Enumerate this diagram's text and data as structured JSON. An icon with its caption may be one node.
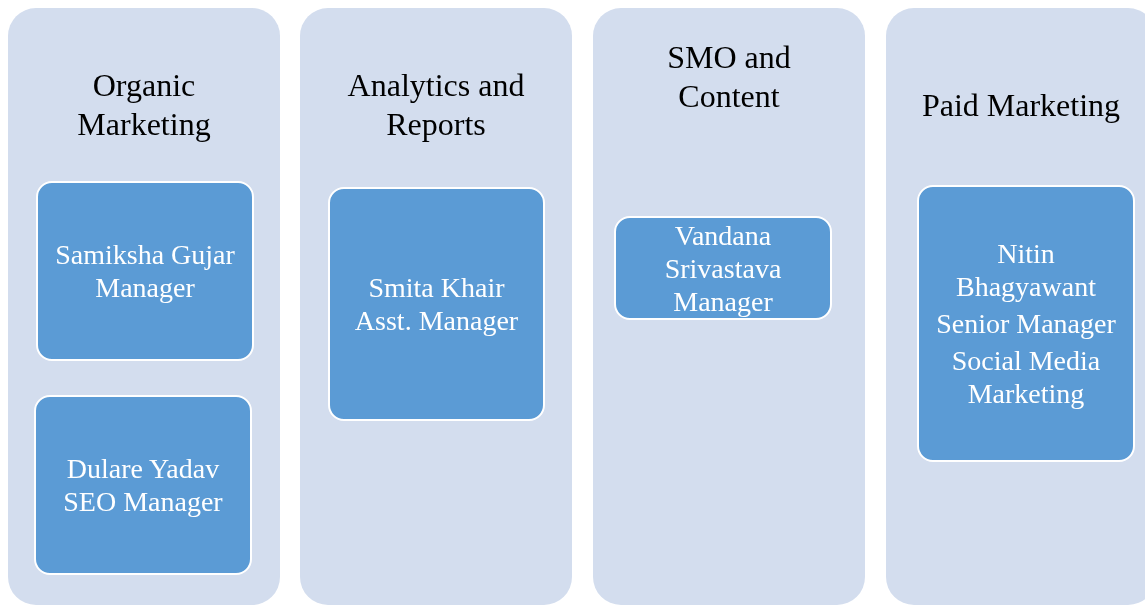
{
  "diagram": {
    "nodes": [
      {
        "text": [
          "Organic Marketing"
        ]
      },
      {
        "text": [
          "Samiksha Gujar Manager"
        ],
        "in": 0
      },
      {
        "text": [
          "Dulare Yadav SEO Manager"
        ],
        "in": 0
      },
      {
        "text": [
          "Analytics and Reports"
        ]
      },
      {
        "text": [
          "Smita Khair Asst. Manager"
        ],
        "in": 3
      },
      {
        "text": [
          "SMO and Content"
        ]
      },
      {
        "text": [
          "Vandana Srivastava Manager"
        ],
        "in": 5
      },
      {
        "text": [
          "Paid Marketing"
        ]
      },
      {
        "text": [
          "Nitin Bhagyawant",
          "Senior Manager",
          "Social Media Marketing"
        ],
        "in": 7
      }
    ]
  }
}
